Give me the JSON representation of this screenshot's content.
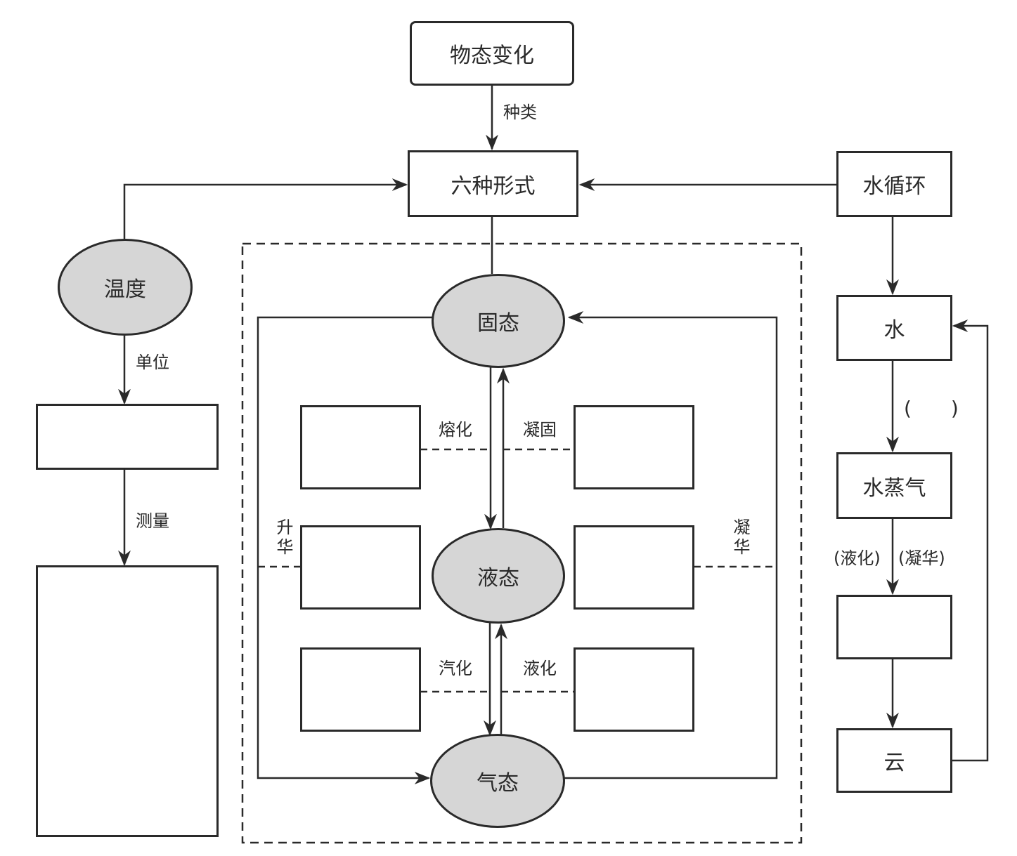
{
  "nodes": {
    "root": "物态变化",
    "six_forms": "六种形式",
    "water_cycle": "水循环",
    "temperature": "温度",
    "solid": "固态",
    "liquid": "液态",
    "gas": "气态",
    "water": "水",
    "vapor": "水蒸气",
    "cloud": "云",
    "unit_box": "",
    "measure_box": "",
    "melting_box": "",
    "solidification_box": "",
    "sublimation_box": "",
    "deposition_box": "",
    "vaporization_box": "",
    "liquefaction_box": "",
    "water_cycle_blank_box": ""
  },
  "edge_labels": {
    "kinds": "种类",
    "unit": "单位",
    "measure": "测量",
    "melting": "熔化",
    "solidification": "凝固",
    "sublimation": "升华",
    "deposition": "凝华",
    "vaporization": "汽化",
    "liquefaction": "液化",
    "water_to_vapor": "(　　)",
    "vapor_liquefy": "(液化)",
    "vapor_deposit": "(凝华)"
  },
  "colors": {
    "line": "#2a2a2a",
    "ellipse_fill": "#d6d6d6"
  }
}
